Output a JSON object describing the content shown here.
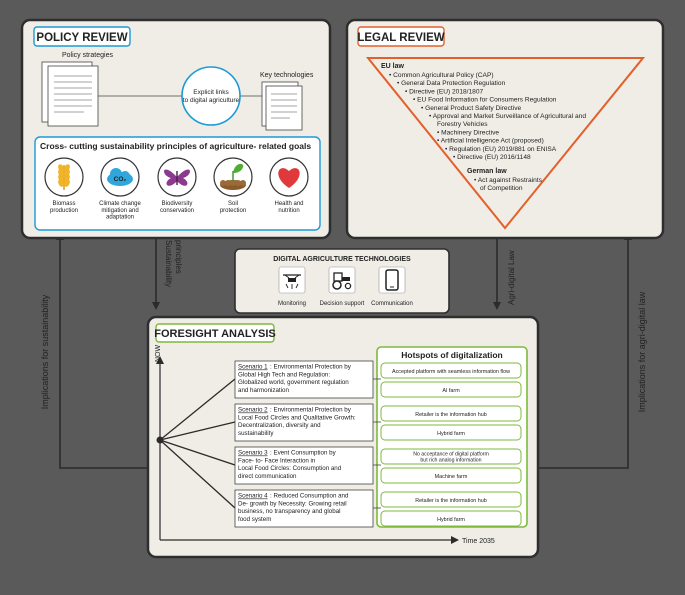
{
  "colors": {
    "background": "#5a5a5a",
    "panel": "#efede6",
    "panel_border": "#2e2e2e",
    "policy_accent": "#1c9ad6",
    "legal_accent": "#e2602b",
    "foresight_accent": "#7dba3c"
  },
  "policy": {
    "title": "POLICY REVIEW",
    "strategies_label": "Policy strategies",
    "links_label": "Explicit links to digital agriculture",
    "tech_label": "Key technologies",
    "goals_title": "Cross- cutting sustainability principles of agriculture- related goals",
    "goals": [
      {
        "icon": "wheat-icon",
        "label": "Biomass production"
      },
      {
        "icon": "co2-cloud-icon",
        "label": "Climate change mitigation and adaptation"
      },
      {
        "icon": "butterfly-icon",
        "label": "Biodiversity conservation"
      },
      {
        "icon": "soil-sprout-icon",
        "label": "Soil protection"
      },
      {
        "icon": "heart-icon",
        "label": "Health and nutrition"
      }
    ]
  },
  "legal": {
    "title": "LEGAL REVIEW",
    "eu_heading": "EU law",
    "eu_items": [
      "• Common Agricultural Policy (CAP)",
      "• General Data Protection Regulation",
      "• Directive (EU) 2018/1807",
      "• EU Food Information for Consumers Regulation",
      "• General Product Safety Directive",
      "• Approval and Market Surveillance of Agricultural and",
      "Forestry Vehicles",
      "• Machinery Directive",
      "• Artificial Intelligence Act (proposed)",
      "• Regulation (EU) 2019/881 on ENISA",
      "• Directive (EU) 2016/1148"
    ],
    "german_heading": "German  law",
    "german_items": [
      "• Act against Restraints",
      "of Competition"
    ]
  },
  "tech": {
    "title": "DIGITAL AGRICULTURE TECHNOLOGIES",
    "items": [
      {
        "icon": "drone-icon",
        "label": "Monitoring"
      },
      {
        "icon": "tractor-icon",
        "label": "Decision support"
      },
      {
        "icon": "smartphone-icon",
        "label": "Communication"
      }
    ]
  },
  "flows": {
    "sustainability_principles": [
      "Sustainability",
      "principles"
    ],
    "agri_digital_law": "Agri-digital Law",
    "implications_sustainability": "Implications for sustainability",
    "implications_law": "Implications for agri-digital law"
  },
  "foresight": {
    "title": "FORESIGHT ANALYSIS",
    "now_label": "NOW",
    "time_label": "Time 2035",
    "hotspots_title": "Hotspots of digitalization",
    "scenarios": [
      {
        "name": "Scenario 1",
        "lines": [
          ": Environmental Protection by",
          "Global High Tech and Regulation:",
          "Globalized world, government regulation",
          "and harmonization"
        ],
        "hotspots": [
          [
            "Accepted platform with seamless information flow"
          ],
          [
            "AI farm"
          ]
        ]
      },
      {
        "name": "Scenario 2",
        "lines": [
          ": Environmental Protection by",
          "Local Food Circles and Qualitative Growth:",
          "Decentralization, diversity and",
          "sustainability"
        ],
        "hotspots": [
          [
            "Retailer is the information hub"
          ],
          [
            "Hybrid farm"
          ]
        ]
      },
      {
        "name": "Scenario 3",
        "lines": [
          ": Event Consumption by",
          "Face- to- Face Interaction in",
          "Local Food Circles: Consumption and",
          "direct communication"
        ],
        "hotspots": [
          [
            "No acceptance of digital platform",
            "but rich analog information"
          ],
          [
            "Machine farm"
          ]
        ]
      },
      {
        "name": "Scenario 4",
        "lines": [
          ": Reduced Consumption and",
          "De- growth by Necessity: Growing retail",
          "business, no transparency and global",
          "food system"
        ],
        "hotspots": [
          [
            "Retailer is the information hub"
          ],
          [
            "Hybrid farm"
          ]
        ]
      }
    ]
  }
}
